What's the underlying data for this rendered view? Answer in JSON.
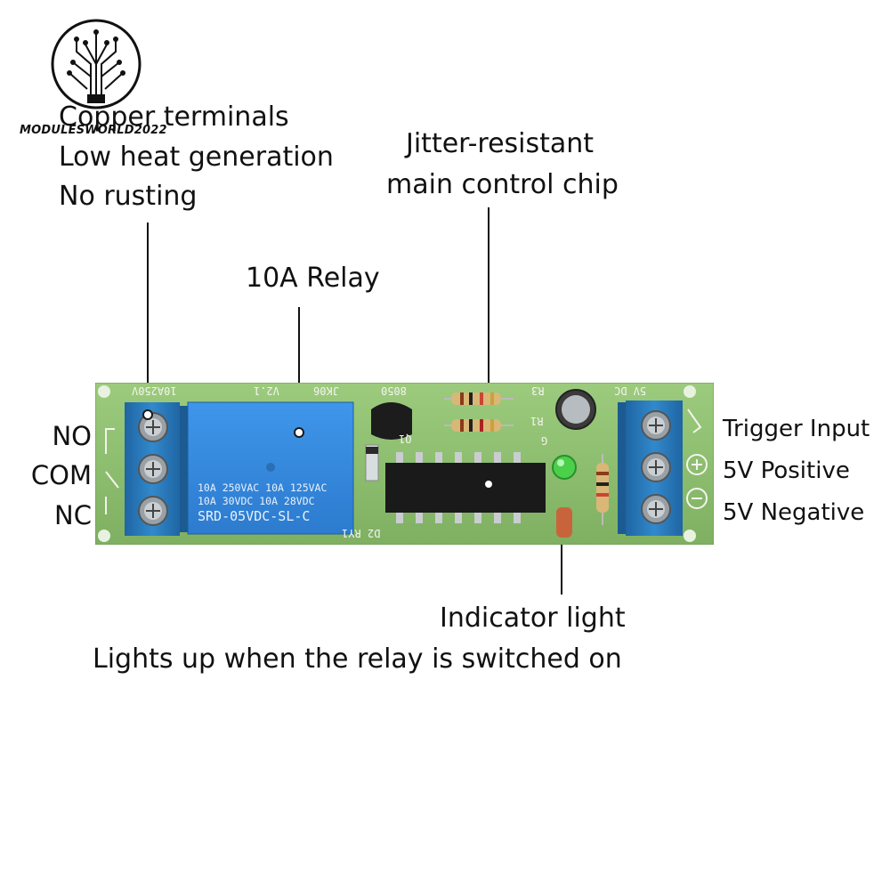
{
  "brand": {
    "name": "MODULESWORLD2022"
  },
  "callouts": {
    "terminals": [
      "Copper terminals",
      "Low heat generation",
      "No rusting"
    ],
    "chip": [
      "Jitter-resistant",
      "main control chip"
    ],
    "relay": "10A Relay",
    "indicator": [
      "Indicator light",
      "Lights up when the relay is switched on"
    ]
  },
  "left_pins": [
    "NO",
    "COM",
    "NC"
  ],
  "right_pins": [
    "Trigger Input",
    "5V Positive",
    "5V Negative"
  ],
  "relay_markings": {
    "line1": "10A 250VAC  10A 125VAC",
    "line2": "10A  30VDC  10A  28VDC",
    "model": "SRD-05VDC-SL-C"
  },
  "pcb_silk": {
    "top_left": "10A250V",
    "version": "V2.1",
    "board": "JK06",
    "transistor": "8050",
    "r3": "R3",
    "r1": "R1",
    "q1": "Q1",
    "g": "G",
    "dc": "5V DC",
    "d2": "D2 RY1"
  },
  "colors": {
    "pcb": "#8fbf72",
    "terminal_block": "#2a78b8",
    "relay": "#3a8de0",
    "chip": "#1a1a1a",
    "led": "#3fcf3f"
  }
}
